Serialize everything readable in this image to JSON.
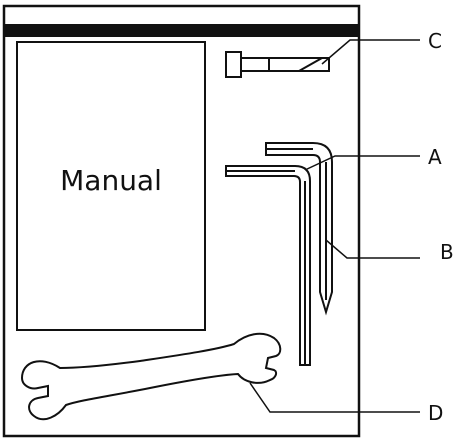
{
  "manual": {
    "label": "Manual"
  },
  "callouts": {
    "a": "A",
    "b": "B",
    "c": "C",
    "d": "D"
  },
  "colors": {
    "stroke": "#111111",
    "fill": "#ffffff",
    "band": "#111111"
  },
  "icons": {
    "bolt": "bolt-icon",
    "hex_key_small": "hex-key-icon",
    "hex_key_large": "hex-key-icon",
    "wrench": "wrench-icon"
  }
}
